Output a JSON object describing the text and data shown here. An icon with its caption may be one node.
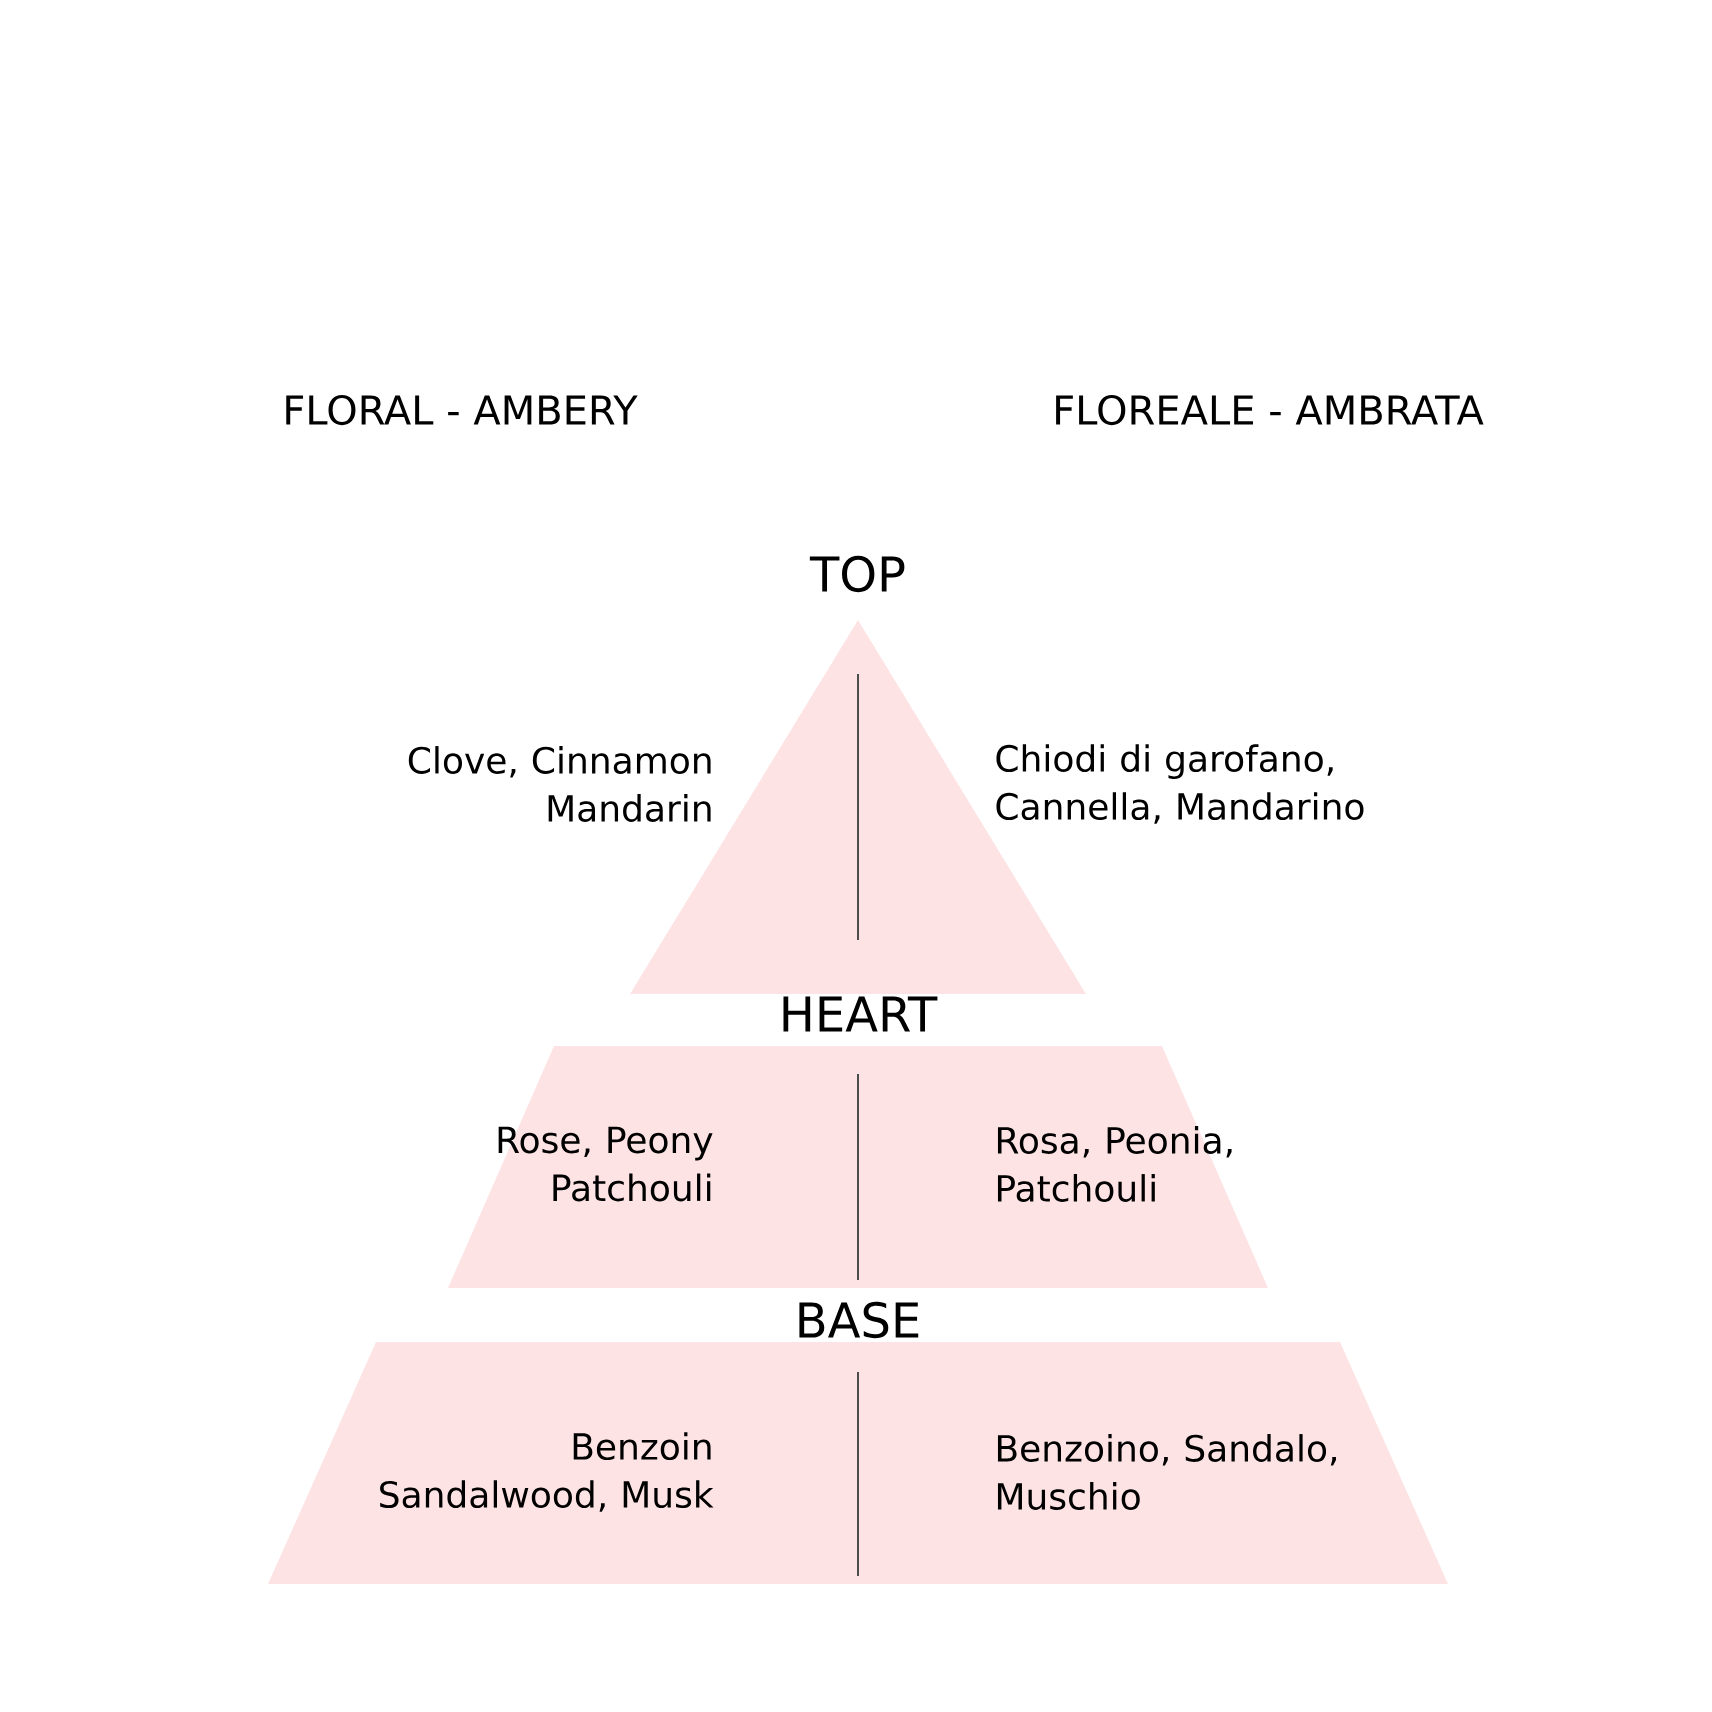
{
  "diagram": {
    "nodes": [
      {
        "text": [
          "TOP",
          "Clove, Cinnamon Mandarin",
          "Chiodi di garofano, Cannella, Mandarino"
        ]
      },
      {
        "text": [
          "HEART",
          "Rose, Peony Patchouli",
          "Rosa, Peonia, Patchouli"
        ]
      },
      {
        "text": [
          "BASE",
          "Benzoin Sandalwood, Musk",
          "Benzoino, Sandalo, Muschio"
        ]
      }
    ],
    "labels": [
      "FLORAL - AMBERY",
      "FLOREALE - AMBRATA"
    ]
  }
}
